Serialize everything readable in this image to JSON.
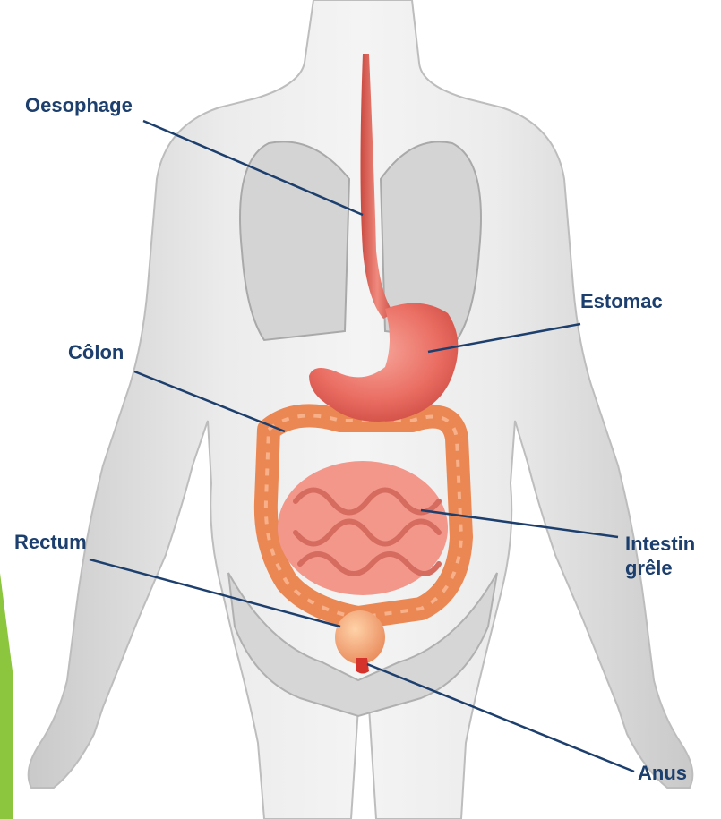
{
  "labels": {
    "oesophage": "Oesophage",
    "estomac": "Estomac",
    "colon": "Côlon",
    "rectum": "Rectum",
    "intestin_line1": "Intestin",
    "intestin_line2": "grêle",
    "anus": "Anus"
  },
  "colors": {
    "label_text": "#1d3f6e",
    "leader_line": "#1d3f6e",
    "accent_bar": "#8cc63f",
    "body": "#dedede",
    "organ_red": "#e9685e",
    "intestine_orange": "#ee8a60",
    "small_intestine_pink": "#f29a8c"
  }
}
